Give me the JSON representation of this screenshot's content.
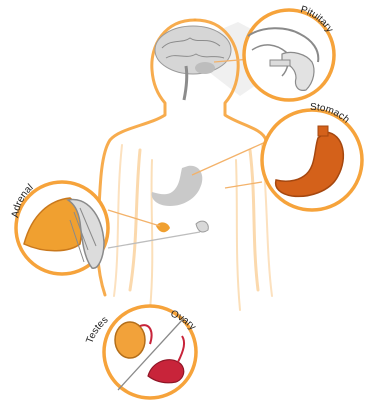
{
  "labels": {
    "pituitary": "Pituitary",
    "stomach": "Stomach",
    "adrenal": "Adrenal",
    "testes": "Testes",
    "ovary": "Ovary"
  },
  "colors": {
    "outline": "#f6a33b",
    "outline_light": "#f9c98a",
    "organ_gray": "#c9c9c9",
    "brain_gray": "#d6d6d6",
    "stomach_orange": "#d4611a",
    "adrenal_orange": "#f0a030",
    "ovary_red": "#c8243a",
    "testes_orange": "#f2a23a",
    "leader_line": "#f3b26a",
    "gray_line": "#bdbdbd"
  },
  "icons": {
    "pituitary": "pituitary-gland-icon",
    "stomach": "stomach-icon",
    "adrenal": "adrenal-gland-icon",
    "testes": "testes-icon",
    "ovary": "ovary-icon"
  }
}
